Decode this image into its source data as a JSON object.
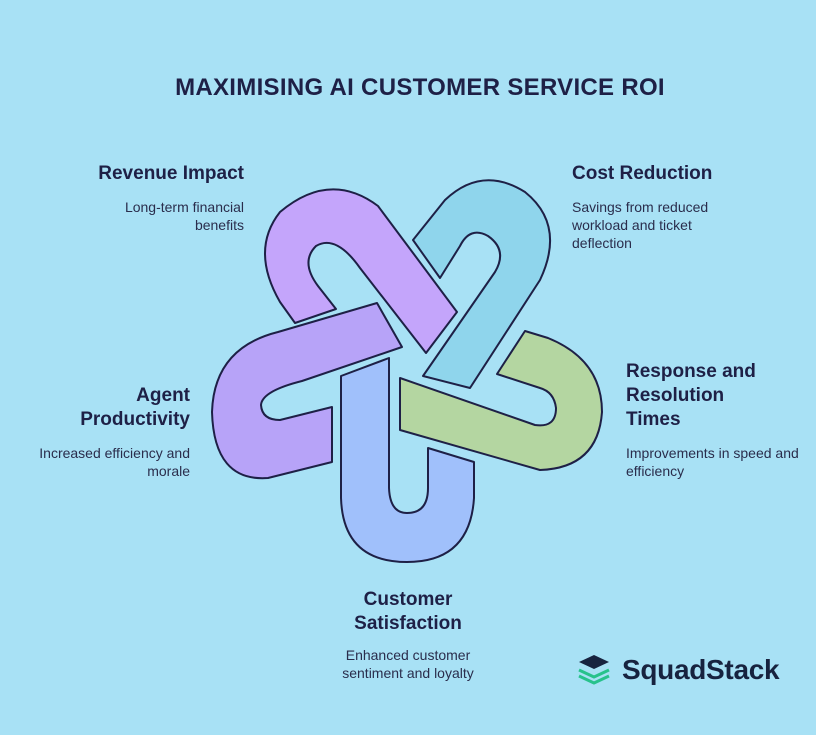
{
  "title": "MAXIMISING AI CUSTOMER SERVICE ROI",
  "items": {
    "revenue": {
      "title": "Revenue Impact",
      "desc": "Long-term financial benefits",
      "color": "#c4a5fb"
    },
    "cost": {
      "title": "Cost Reduction",
      "desc": "Savings from reduced workload and ticket deflection",
      "color": "#8fd5ec"
    },
    "response": {
      "title": "Response and Resolution Times",
      "desc": "Improvements in speed and efficiency",
      "color": "#b4d6a1"
    },
    "satisfaction": {
      "title": "Customer Satisfaction",
      "desc": "Enhanced customer sentiment and loyalty",
      "color": "#a0c0fb"
    },
    "agent": {
      "title": "Agent Productivity",
      "desc": "Increased efficiency and morale",
      "color": "#b7a3f8"
    }
  },
  "logo": {
    "text": "SquadStack",
    "icon": "stacked-layers-icon"
  }
}
